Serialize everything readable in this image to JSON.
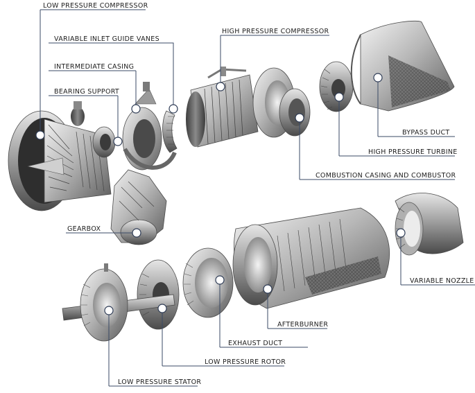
{
  "labels": {
    "low_pressure_compressor": "LOW PRESSURE COMPRESSOR",
    "variable_inlet_guide_vanes": "VARIABLE INLET GUIDE VANES",
    "intermediate_casing": "INTERMEDIATE CASING",
    "bearing_support": "BEARING SUPPORT",
    "high_pressure_compressor": "HIGH PRESSURE COMPRESSOR",
    "bypass_duct": "BYPASS DUCT",
    "high_pressure_turbine": "HIGH PRESSURE TURBINE",
    "combustion_casing_and_combustor": "COMBUSTION CASING AND COMBUSTOR",
    "gearbox": "GEARBOX",
    "variable_nozzle": "VARIABLE NOZZLE",
    "afterburner": "AFTERBURNER",
    "exhaust_duct": "EXHAUST DUCT",
    "low_pressure_rotor": "LOW PRESSURE ROTOR",
    "low_pressure_stator": "LOW PRESSURE STATOR"
  },
  "colors": {
    "leader": "#3a4a66",
    "text": "#1c1c1c",
    "metal_light": "#d9d9d9",
    "metal_dark": "#5a5a5a"
  }
}
